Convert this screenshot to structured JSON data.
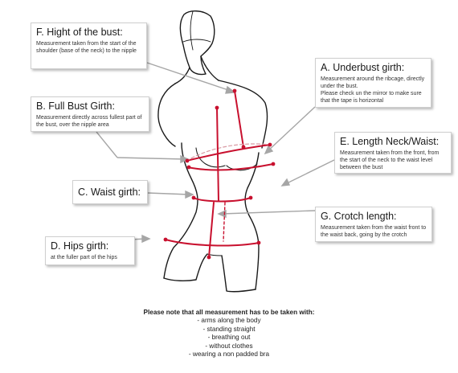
{
  "labels": {
    "f": {
      "title": "F. Hight of the bust:",
      "desc": "Measurement taken from the start of the shoulder (base of the neck) to the nipple"
    },
    "a": {
      "title": "A. Underbust girth:",
      "desc": "Measurement around the ribcage, directly under the bust.\nPlease check un the mirror to make sure that the tape is horizontal"
    },
    "b": {
      "title": "B. Full Bust Girth:",
      "desc": "Measurement directly across fullest part of the bust, over the nipple area"
    },
    "e": {
      "title": "E. Length Neck/Waist:",
      "desc": "Measurement taken from the front, from the start of the neck to the waist level between the bust"
    },
    "c": {
      "title": "C. Waist girth:",
      "desc": ""
    },
    "g": {
      "title": "G. Crotch length:",
      "desc": "Measurement taken from the waist front to the waist back, going by the crotch"
    },
    "d": {
      "title": "D. Hips girth:",
      "desc": "at the fuller part of the hips"
    }
  },
  "note": {
    "heading": "Please note that all measurement has to be taken with:",
    "items": [
      "- arms along the body",
      "- standing straight",
      "- breathing out",
      "- without clothes",
      "- wearing a non padded bra"
    ]
  },
  "colors": {
    "measure": "#c8102e",
    "pointer": "#a6a6a6",
    "outline": "#1a1a1a"
  }
}
